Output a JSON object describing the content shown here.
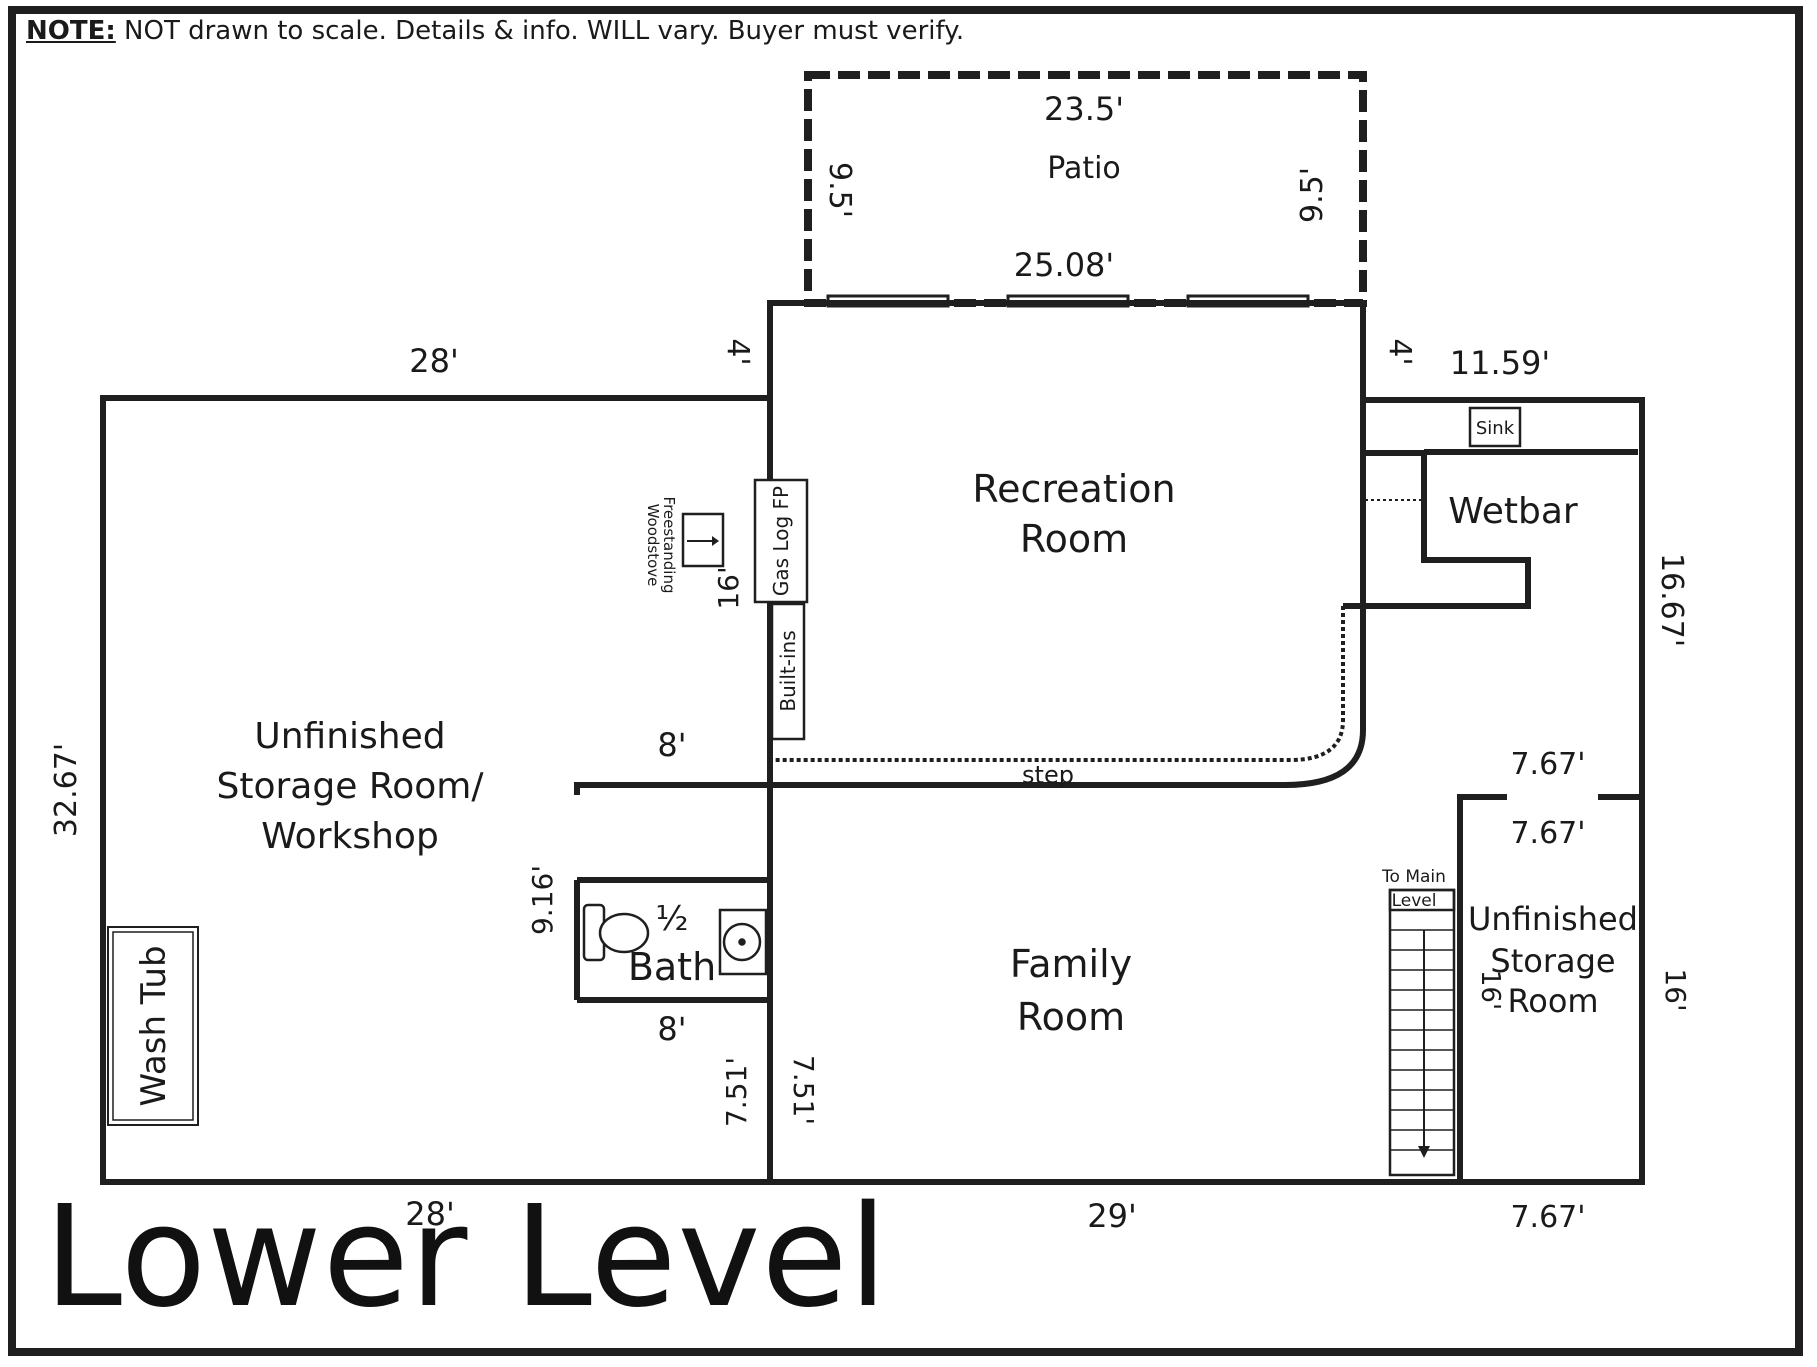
{
  "note": {
    "prefix": "NOTE:",
    "text": " NOT drawn to scale. Details & info. WILL vary. Buyer must verify."
  },
  "title": "Lower Level",
  "rooms": {
    "patio": "Patio",
    "recreation_line1": "Recreation",
    "recreation_line2": "Room",
    "wetbar": "Wetbar",
    "sink": "Sink",
    "storage_line1": "Unfinished",
    "storage_line2": "Storage Room/",
    "storage_line3": "Workshop",
    "family_line1": "Family",
    "family_line2": "Room",
    "bath_half": "½",
    "bath": "Bath",
    "unf_storage_line1": "Unfinished",
    "unf_storage_line2": "Storage",
    "unf_storage_line3": "Room",
    "wash_tub": "Wash Tub",
    "gas_log": "Gas Log FP",
    "built_ins": "Built-ins",
    "woodstove_line1": "Freestanding",
    "woodstove_line2": "Woodstove",
    "step": "step",
    "stairs_line1": "To Main",
    "stairs_line2": "Level"
  },
  "dimensions": {
    "patio_top": "23.5'",
    "patio_bottom": "25.08'",
    "patio_left": "9.5'",
    "patio_right": "9.5'",
    "storage_top": "28'",
    "rec_left_4": "4'",
    "rec_right_4": "4'",
    "wetbar_top": "11.59'",
    "right_upper": "16.67'",
    "left_side": "32.67'",
    "woodstove_16": "16'",
    "wall_8_upper": "8'",
    "bath_side": "9.16'",
    "wall_8_lower": "8'",
    "bath_751_left": "7.51'",
    "bath_751_right": "7.51'",
    "storage_7_67_top": "7.67'",
    "storage_7_67_inner": "7.67'",
    "storage_16_inner": "16'",
    "storage_16_outer": "16'",
    "bottom_28": "28'",
    "bottom_29": "29'",
    "bottom_767": "7.67'"
  }
}
